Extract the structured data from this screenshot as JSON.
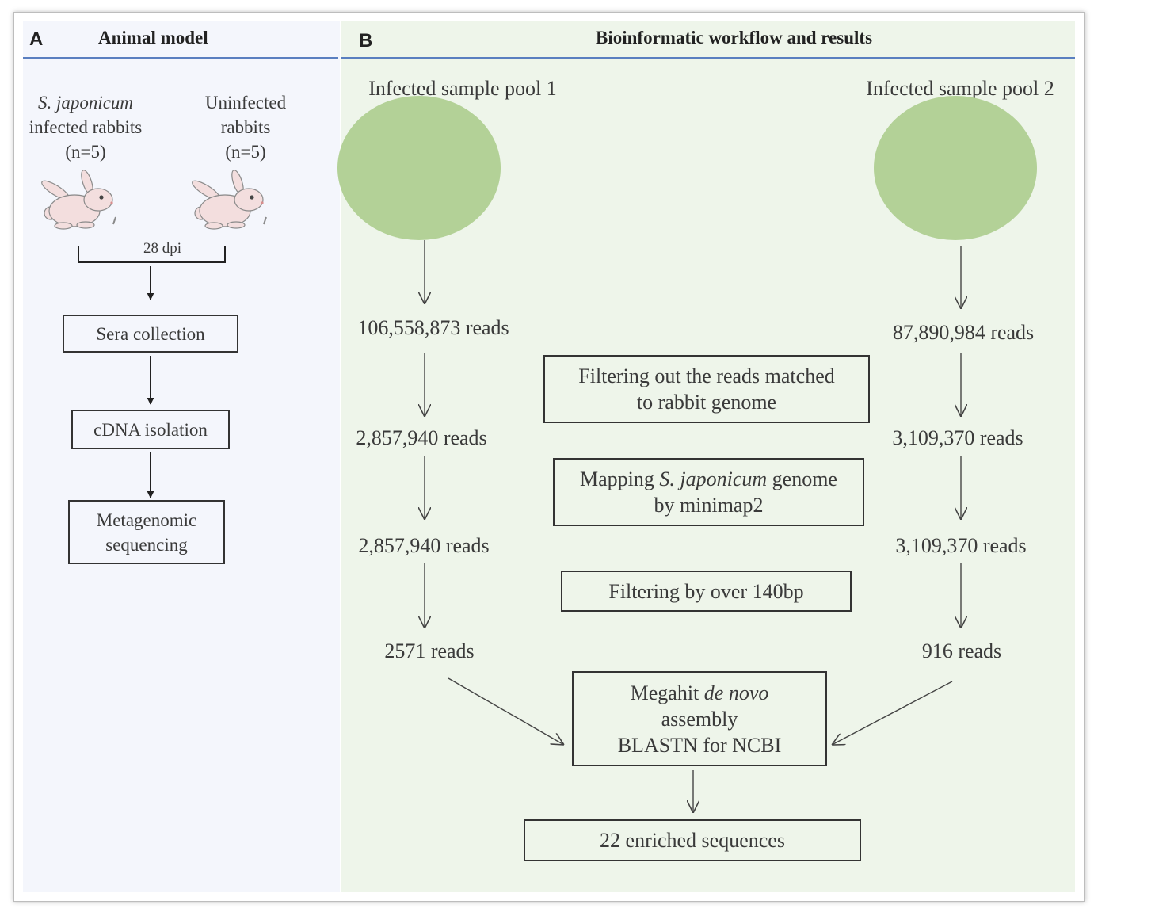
{
  "colors": {
    "panel_a_background": "#f4f6fc",
    "panel_b_background": "#eef5ea",
    "header_rule": "#5a7fc0",
    "pool_circle_fill": "#b3d197",
    "rabbit_fill": "#f3dede"
  },
  "panel_a": {
    "letter": "A",
    "title": "Animal model",
    "group_infected": {
      "species": "S. japonicum",
      "line2": "infected rabbits",
      "count": "(n=5)"
    },
    "group_uninfected": {
      "line1": "Uninfected",
      "line2": "rabbits",
      "count": "(n=5)"
    },
    "timepoint": "28 dpi",
    "steps": [
      {
        "line1": "Sera collection"
      },
      {
        "line1": "cDNA isolation"
      },
      {
        "line1": "Metagenomic",
        "line2": "sequencing"
      }
    ],
    "icons": [
      "rabbit-icon",
      "rabbit-icon"
    ]
  },
  "panel_b": {
    "letter": "B",
    "title": "Bioinformatic workflow and results",
    "pool1": {
      "label": "Infected sample  pool 1",
      "reads": [
        "106,558,873 reads",
        "2,857,940 reads",
        "2,857,940 reads",
        "2571 reads"
      ]
    },
    "pool2": {
      "label": "Infected sample pool 2",
      "reads": [
        "87,890,984 reads",
        "3,109,370 reads",
        "3,109,370 reads",
        "916 reads"
      ]
    },
    "step_filter_rabbit": {
      "line1": "Filtering out the reads matched",
      "line2": "to rabbit genome"
    },
    "step_mapping": {
      "pre": "Mapping ",
      "species": "S. japonicum",
      "post": " genome",
      "line2": "by minimap2"
    },
    "step_filter_length": {
      "line1": "Filtering by over 140bp"
    },
    "step_assembly": {
      "pre": "Megahit ",
      "italic": "de novo",
      "line2": "assembly",
      "line3": "BLASTN for NCBI"
    },
    "result": {
      "line1": "22 enriched sequences"
    }
  }
}
